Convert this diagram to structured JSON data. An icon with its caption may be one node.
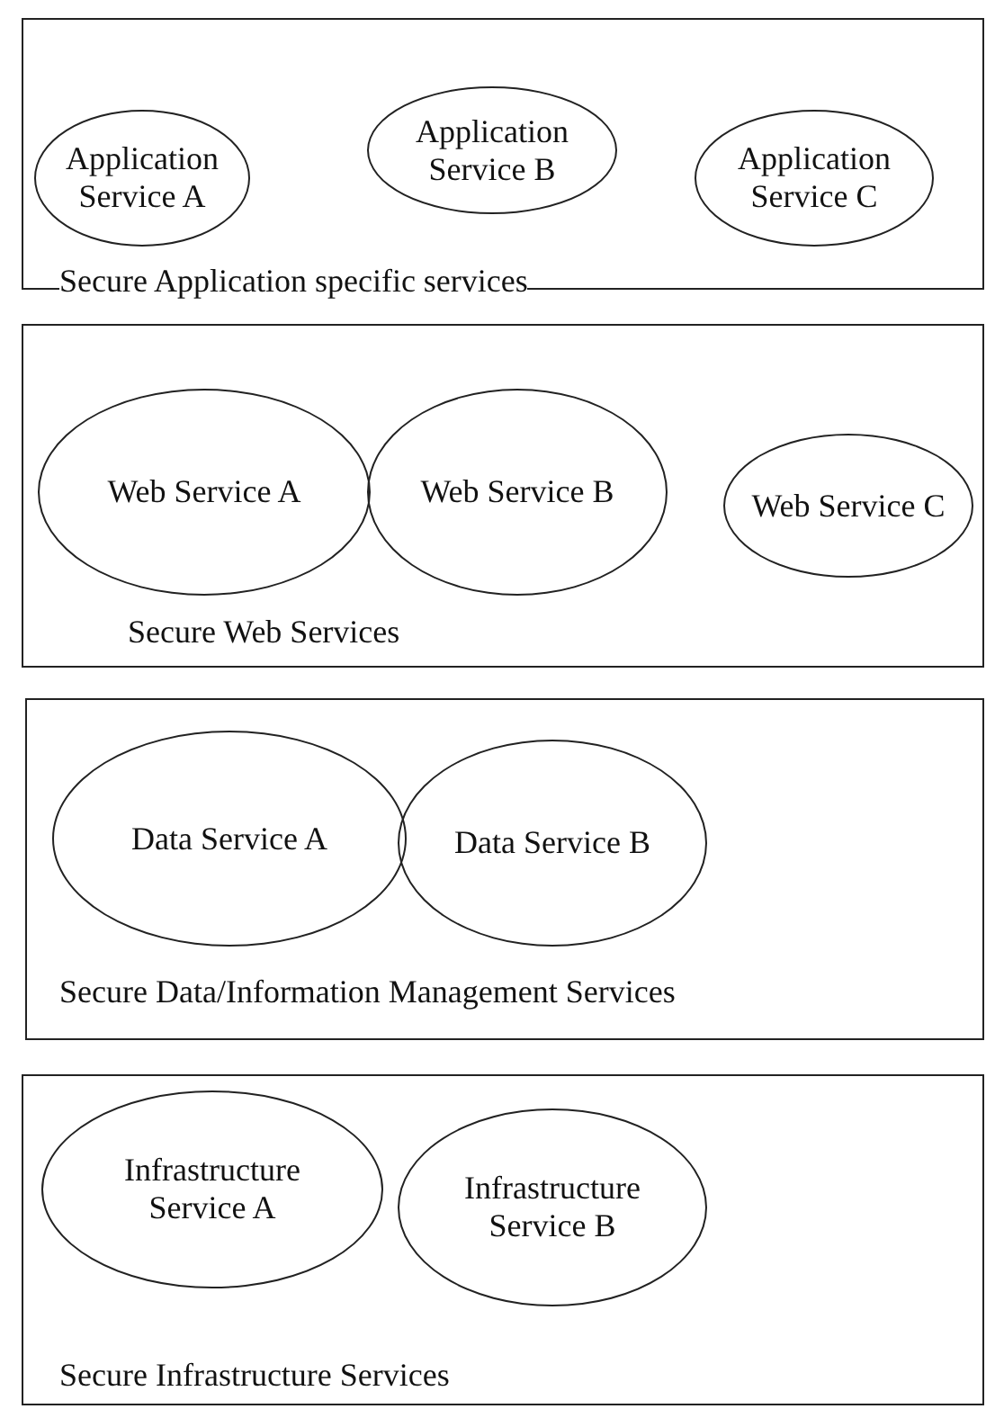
{
  "diagram": {
    "nodes": [
      {
        "text": [
          "Secure Application specific services"
        ]
      },
      {
        "text": [
          "Application Service A"
        ],
        "in": 0
      },
      {
        "text": [
          "Application Service B"
        ],
        "in": 0
      },
      {
        "text": [
          "Application Service C"
        ],
        "in": 0
      },
      {
        "text": [
          "Secure Web Services"
        ]
      },
      {
        "text": [
          "Web Service A"
        ],
        "in": 4
      },
      {
        "text": [
          "Web Service B"
        ],
        "in": 4
      },
      {
        "text": [
          "Web Service C"
        ],
        "in": 4
      },
      {
        "text": [
          "Secure Data/Information Management Services"
        ]
      },
      {
        "text": [
          "Data Service A"
        ],
        "in": 8
      },
      {
        "text": [
          "Data Service B"
        ],
        "in": 8
      },
      {
        "text": [
          "Secure Infrastructure Services"
        ]
      },
      {
        "text": [
          "Infrastructure Service A"
        ],
        "in": 11
      },
      {
        "text": [
          "Infrastructure Service B"
        ],
        "in": 11
      }
    ]
  }
}
